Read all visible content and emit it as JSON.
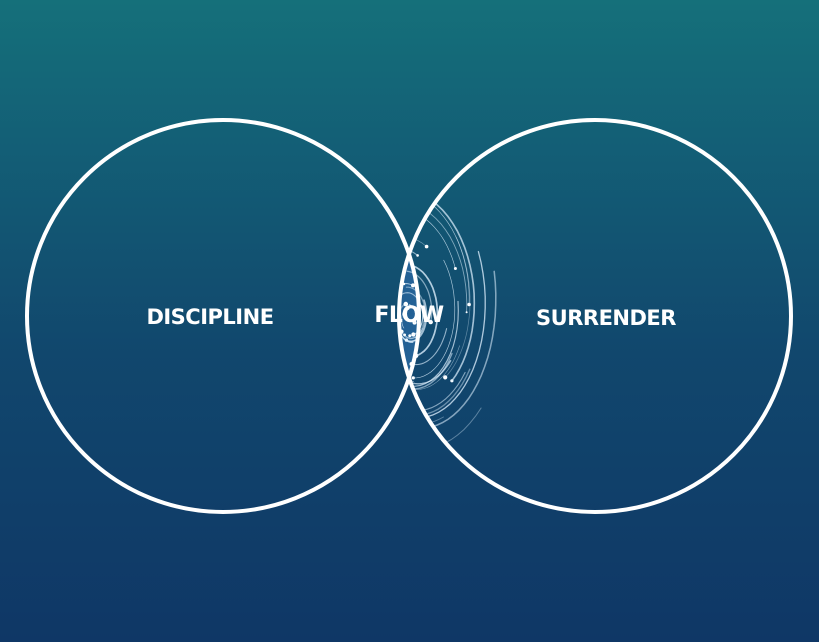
{
  "diagram": {
    "left_label": "DISCIPLINE",
    "center_label": "FLOW",
    "right_label": "SURRENDER"
  },
  "colors": {
    "background_top": "#15707a",
    "background_bottom": "#0f3766",
    "circle_stroke": "#ffffff",
    "flow_texture": "#dff1ff"
  }
}
